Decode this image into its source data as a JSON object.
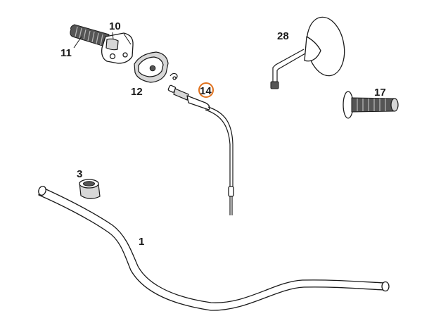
{
  "parts": [
    {
      "id": "handlebar",
      "label": "1"
    },
    {
      "id": "clamp-bushing",
      "label": "3"
    },
    {
      "id": "throttle-housing",
      "label": "10"
    },
    {
      "id": "throttle-grip",
      "label": "11"
    },
    {
      "id": "housing-cover",
      "label": "12"
    },
    {
      "id": "throttle-cable",
      "label": "14"
    },
    {
      "id": "left-grip",
      "label": "17"
    },
    {
      "id": "mirror",
      "label": "28"
    }
  ],
  "highlight": {
    "part": "throttle-cable",
    "color": "#e0701b"
  }
}
